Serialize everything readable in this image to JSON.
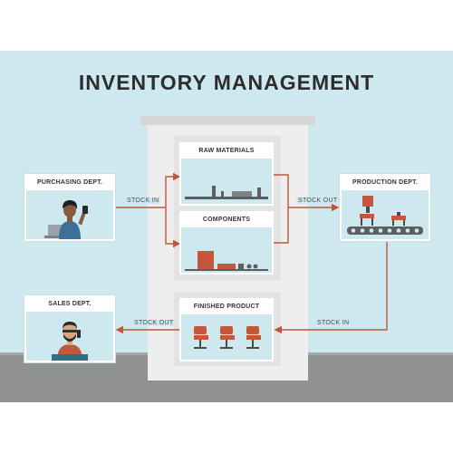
{
  "title": "INVENTORY MANAGEMENT",
  "departments": {
    "purchasing": "PURCHASING DEPT.",
    "production": "PRODUCTION DEPT.",
    "sales": "SALES DEPT."
  },
  "warehouse": {
    "raw_materials": "RAW MATERIALS",
    "components": "COMPONENTS",
    "finished_product": "FINISHED PRODUCT"
  },
  "flows": {
    "stock_in_purchasing": "STOCK IN",
    "stock_out_production": "STOCK OUT",
    "stock_in_production": "STOCK IN",
    "stock_out_sales": "STOCK OUT"
  },
  "colors": {
    "sky": "#cde9ef",
    "floor": "#8f9193",
    "arrow": "#c0553a",
    "product": "#c4573b"
  }
}
